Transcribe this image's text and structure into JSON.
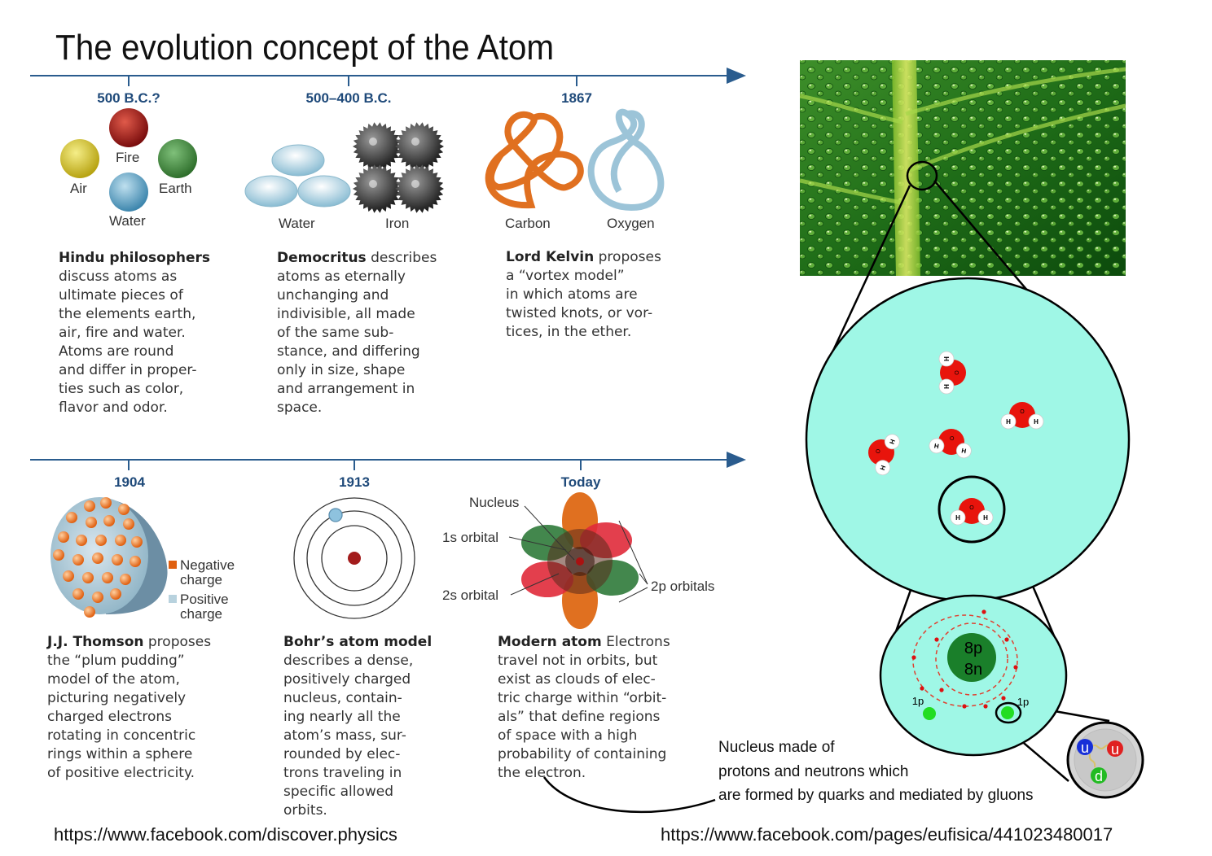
{
  "title": "The evolution concept of the Atom",
  "row1": {
    "eras": [
      "500 B.C.?",
      "500–400 B.C.",
      "1867"
    ],
    "elements": {
      "fire": "Fire",
      "air": "Air",
      "earth": "Earth",
      "water": "Water"
    },
    "democritus_labels": {
      "water": "Water",
      "iron": "Iron"
    },
    "kelvin_labels": {
      "carbon": "Carbon",
      "oxygen": "Oxygen"
    },
    "descriptions": [
      {
        "name": "Hindu philosophers",
        "lines": [
          "discuss atoms as",
          "ultimate pieces of",
          "the elements earth,",
          "air, fire and water.",
          "Atoms are round",
          "and differ in proper-",
          "ties such as color,",
          "flavor and odor."
        ]
      },
      {
        "name": "Democritus",
        "lines": [
          "atoms as eternally",
          "unchanging and",
          "indivisible, all made",
          "of the same sub-",
          "stance, and differing",
          "only in size, shape",
          "and arrangement in",
          "space."
        ],
        "first_tail": " describes"
      },
      {
        "name": "Lord Kelvin",
        "lines": [
          "a “vortex model”",
          "in which atoms are",
          "twisted knots, or vor-",
          "tices, in the ether."
        ],
        "first_tail": " proposes"
      }
    ]
  },
  "row2": {
    "eras": [
      "1904",
      "1913",
      "Today"
    ],
    "thomson_legend": {
      "negative": [
        "Negative",
        "charge"
      ],
      "positive": [
        "Positive",
        "charge"
      ]
    },
    "orbital_labels": {
      "nucleus": "Nucleus",
      "s1": "1s orbital",
      "s2": "2s orbital",
      "p2": "2p orbitals"
    },
    "descriptions": [
      {
        "name": "J.J. Thomson",
        "first_tail": " proposes",
        "lines": [
          "the “plum pudding”",
          "model of the atom,",
          "picturing negatively",
          "charged electrons",
          "rotating in concentric",
          "rings within a sphere",
          "of positive electricity."
        ]
      },
      {
        "name": "Bohr’s atom model",
        "first_tail": "",
        "lines": [
          "describes a dense,",
          "positively charged",
          "nucleus, contain-",
          "ing nearly all the",
          "atom’s mass, sur-",
          "rounded by elec-",
          "trons traveling in",
          "specific allowed",
          "orbits."
        ]
      },
      {
        "name": "Modern atom",
        "first_tail": " Electrons",
        "lines": [
          "travel not in orbits, but",
          "exist as clouds of elec-",
          "tric charge within “orbit-",
          "als” that define regions",
          "of space with a high",
          "probability of containing",
          "the electron."
        ]
      }
    ]
  },
  "zoom": {
    "molecule_atoms": {
      "h": "H",
      "o": "O"
    },
    "nucleus_label": [
      "8p",
      "8n"
    ],
    "proton_labels": [
      "1p",
      "1p"
    ],
    "quarks": [
      "u",
      "u",
      "d"
    ],
    "note": "Nucleus made of\nprotons and neutrons which\nare formed by quarks and mediated by gluons"
  },
  "footer": {
    "url_left": "https://www.facebook.com/discover.physics",
    "url_right": "https://www.facebook.com/pages/eufisica/441023480017"
  },
  "colors": {
    "era": "#1f4a7a",
    "cyan": "#9ff7e6",
    "nucleus": "#1a7f2a",
    "water_red": "#e8140c"
  }
}
